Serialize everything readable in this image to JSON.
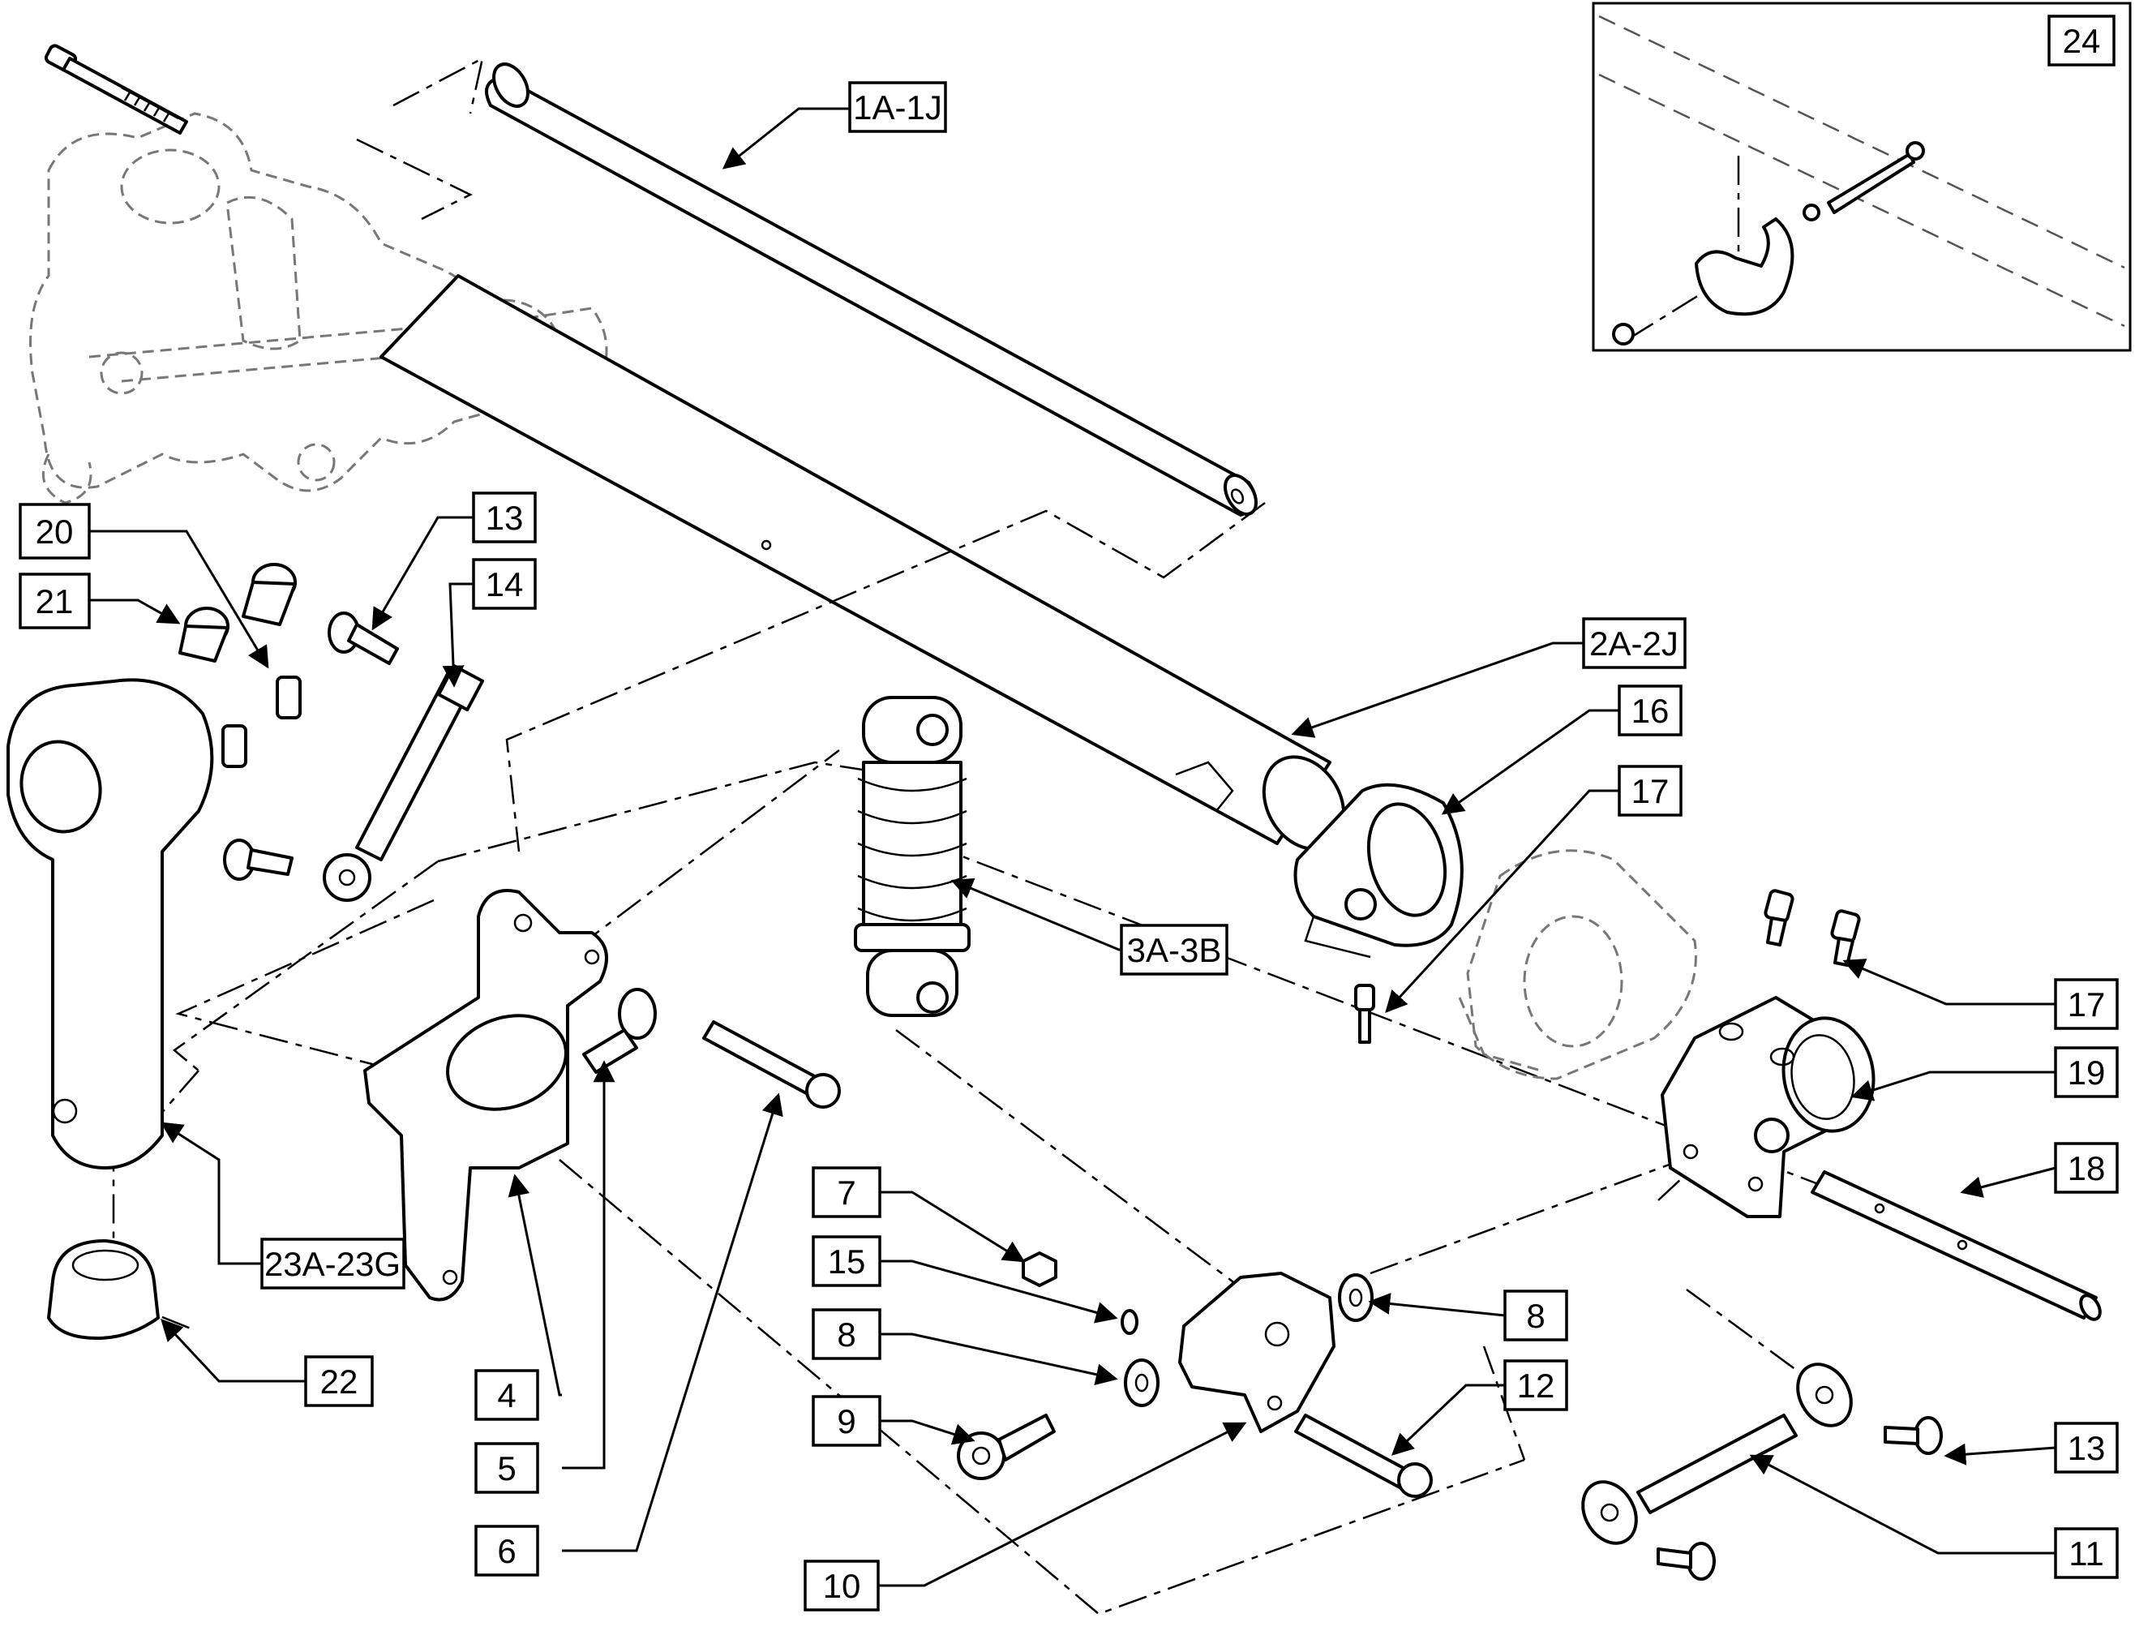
{
  "labels": {
    "l_1a1j": "1A-1J",
    "l_2a2j": "2A-2J",
    "l_3a3b": "3A-3B",
    "l_4": "4",
    "l_5": "5",
    "l_6": "6",
    "l_7": "7",
    "l_8a": "8",
    "l_8b": "8",
    "l_9": "9",
    "l_10": "10",
    "l_11": "11",
    "l_12": "12",
    "l_13a": "13",
    "l_13b": "13",
    "l_14": "14",
    "l_15": "15",
    "l_16": "16",
    "l_17a": "17",
    "l_17b": "17",
    "l_18": "18",
    "l_19": "19",
    "l_20": "20",
    "l_21": "21",
    "l_22": "22",
    "l_23": "23A-23G",
    "l_24": "24"
  }
}
